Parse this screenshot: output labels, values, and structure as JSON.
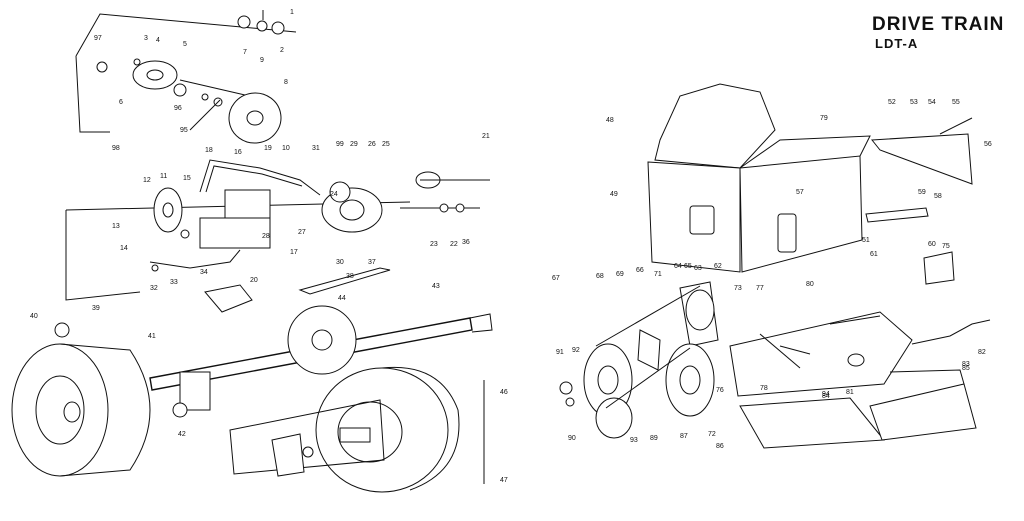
{
  "title": "DRIVE TRAIN",
  "subtitle": "LDT-A",
  "callouts": [
    {
      "id": "c1",
      "text": "1"
    },
    {
      "id": "c2",
      "text": "2"
    },
    {
      "id": "c3",
      "text": "3"
    },
    {
      "id": "c4",
      "text": "4"
    },
    {
      "id": "c5",
      "text": "5"
    },
    {
      "id": "c6",
      "text": "6"
    },
    {
      "id": "c7",
      "text": "7"
    },
    {
      "id": "c8",
      "text": "8"
    },
    {
      "id": "c9",
      "text": "9"
    },
    {
      "id": "c10",
      "text": "10"
    },
    {
      "id": "c11",
      "text": "11"
    },
    {
      "id": "c12",
      "text": "12"
    },
    {
      "id": "c13",
      "text": "13"
    },
    {
      "id": "c14",
      "text": "14"
    },
    {
      "id": "c15",
      "text": "15"
    },
    {
      "id": "c16",
      "text": "16"
    },
    {
      "id": "c17",
      "text": "17"
    },
    {
      "id": "c18",
      "text": "18"
    },
    {
      "id": "c19",
      "text": "19"
    },
    {
      "id": "c20",
      "text": "20"
    },
    {
      "id": "c21",
      "text": "21"
    },
    {
      "id": "c22",
      "text": "22"
    },
    {
      "id": "c23",
      "text": "23"
    },
    {
      "id": "c24",
      "text": "24"
    },
    {
      "id": "c25",
      "text": "25"
    },
    {
      "id": "c26",
      "text": "26"
    },
    {
      "id": "c27",
      "text": "27"
    },
    {
      "id": "c28",
      "text": "28"
    },
    {
      "id": "c29",
      "text": "29"
    },
    {
      "id": "c30",
      "text": "30"
    },
    {
      "id": "c31",
      "text": "31"
    },
    {
      "id": "c32",
      "text": "32"
    },
    {
      "id": "c33",
      "text": "33"
    },
    {
      "id": "c34",
      "text": "34"
    },
    {
      "id": "c36",
      "text": "36"
    },
    {
      "id": "c37",
      "text": "37"
    },
    {
      "id": "c38",
      "text": "38"
    },
    {
      "id": "c39",
      "text": "39"
    },
    {
      "id": "c40",
      "text": "40"
    },
    {
      "id": "c41",
      "text": "41"
    },
    {
      "id": "c42",
      "text": "42"
    },
    {
      "id": "c43",
      "text": "43"
    },
    {
      "id": "c44",
      "text": "44"
    },
    {
      "id": "c46",
      "text": "46"
    },
    {
      "id": "c47",
      "text": "47"
    },
    {
      "id": "c48",
      "text": "48"
    },
    {
      "id": "c49",
      "text": "49"
    },
    {
      "id": "c51",
      "text": "51"
    },
    {
      "id": "c52",
      "text": "52"
    },
    {
      "id": "c53",
      "text": "53"
    },
    {
      "id": "c54",
      "text": "54"
    },
    {
      "id": "c55",
      "text": "55"
    },
    {
      "id": "c56",
      "text": "56"
    },
    {
      "id": "c57",
      "text": "57"
    },
    {
      "id": "c58",
      "text": "58"
    },
    {
      "id": "c59",
      "text": "59"
    },
    {
      "id": "c60",
      "text": "60"
    },
    {
      "id": "c61",
      "text": "61"
    },
    {
      "id": "c62",
      "text": "62"
    },
    {
      "id": "c63",
      "text": "63"
    },
    {
      "id": "c64",
      "text": "64"
    },
    {
      "id": "c65",
      "text": "65"
    },
    {
      "id": "c66",
      "text": "66"
    },
    {
      "id": "c67",
      "text": "67"
    },
    {
      "id": "c68",
      "text": "68"
    },
    {
      "id": "c69",
      "text": "69"
    },
    {
      "id": "c71",
      "text": "71"
    },
    {
      "id": "c72",
      "text": "72"
    },
    {
      "id": "c73",
      "text": "73"
    },
    {
      "id": "c75",
      "text": "75"
    },
    {
      "id": "c76",
      "text": "76"
    },
    {
      "id": "c77",
      "text": "77"
    },
    {
      "id": "c78",
      "text": "78"
    },
    {
      "id": "c79",
      "text": "79"
    },
    {
      "id": "c80",
      "text": "80"
    },
    {
      "id": "c81",
      "text": "81"
    },
    {
      "id": "c82",
      "text": "82"
    },
    {
      "id": "c83",
      "text": "83"
    },
    {
      "id": "c84",
      "text": "84"
    },
    {
      "id": "c85",
      "text": "85"
    },
    {
      "id": "c86",
      "text": "86"
    },
    {
      "id": "c87",
      "text": "87"
    },
    {
      "id": "c89",
      "text": "89"
    },
    {
      "id": "c90",
      "text": "90"
    },
    {
      "id": "c91",
      "text": "91"
    },
    {
      "id": "c92",
      "text": "92"
    },
    {
      "id": "c93",
      "text": "93"
    },
    {
      "id": "c94",
      "text": "94"
    },
    {
      "id": "c95",
      "text": "95"
    },
    {
      "id": "c96",
      "text": "96"
    },
    {
      "id": "c97",
      "text": "97"
    },
    {
      "id": "c98",
      "text": "98"
    },
    {
      "id": "c99",
      "text": "99"
    }
  ]
}
